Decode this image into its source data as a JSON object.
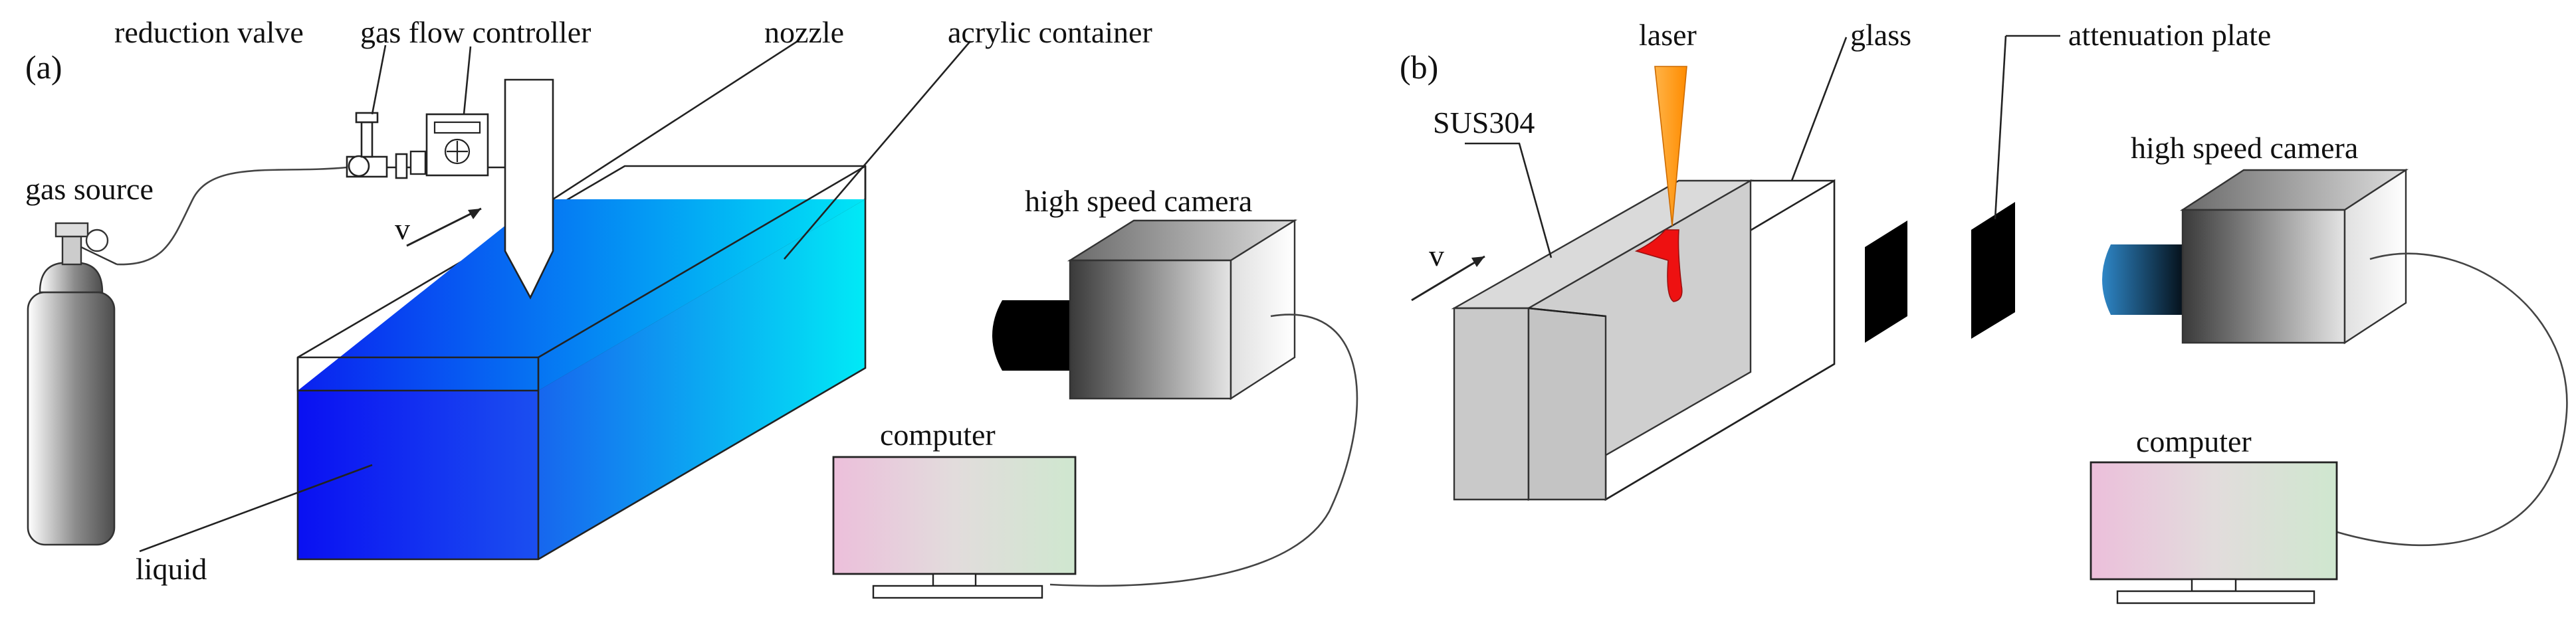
{
  "panel_a": {
    "tag": "(a)",
    "labels": {
      "reduction_valve": "reduction valve",
      "gas_flow_controller": "gas flow controller",
      "nozzle": "nozzle",
      "acrylic_container": "acrylic container",
      "gas_source": "gas source",
      "velocity": "v",
      "high_speed_camera": "high speed camera",
      "computer": "computer",
      "liquid": "liquid"
    }
  },
  "panel_b": {
    "tag": "(b)",
    "labels": {
      "laser": "laser",
      "glass": "glass",
      "attenuation_plate": "attenuation plate",
      "sus304": "SUS304",
      "velocity": "v",
      "high_speed_camera": "high speed camera",
      "computer": "computer"
    }
  },
  "colors": {
    "liquid_dark": "#0a0ff0",
    "liquid_light": "#00eef5",
    "laser": "#ff9a1a",
    "melt": "#ee1111",
    "sus304": "#cfcfcf",
    "plate": "#000000",
    "screen_left": "#ecbfdb",
    "screen_right": "#cfe7cf",
    "lens_a": "#000000",
    "lens_b": "#1f6aa0"
  }
}
